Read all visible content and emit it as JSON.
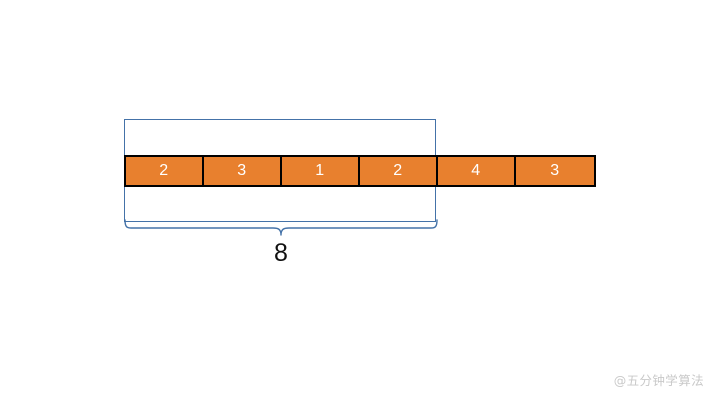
{
  "diagram": {
    "type": "array-sliding-window",
    "array": {
      "values": [
        "2",
        "3",
        "1",
        "2",
        "4",
        "3"
      ],
      "cell_count": 6,
      "fill_color": "#E8802E",
      "border_color": "#000000",
      "text_color": "#FFFFFF"
    },
    "window": {
      "covers_cells": 4,
      "color": "#4472A8",
      "style": "rectangle-outline"
    },
    "brace": {
      "label": "8",
      "label_color": "#111111",
      "color": "#4472A8",
      "spans_cells": 4
    }
  },
  "watermark": {
    "text": "@五分钟学算法",
    "color": "#C9C9C9"
  }
}
